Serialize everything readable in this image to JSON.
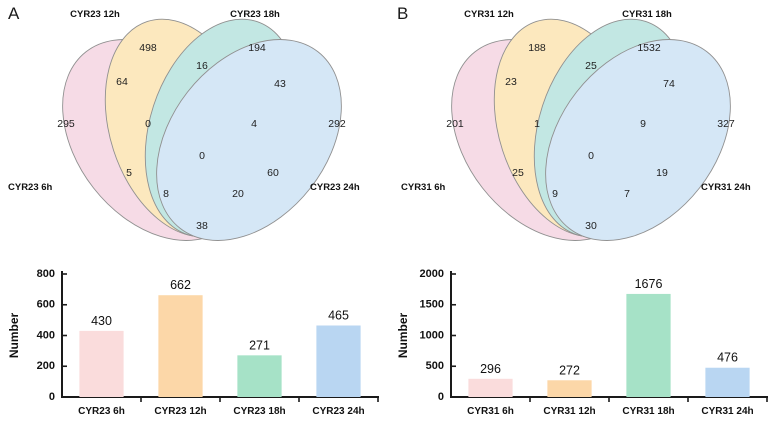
{
  "figure": {
    "panels": [
      {
        "letter": "A",
        "venn": {
          "set_labels": [
            "CYR23 6h",
            "CYR23 12h",
            "CYR23 18h",
            "CYR23 24h"
          ],
          "regions": {
            "A_only": "295",
            "B_only": "498",
            "C_only": "194",
            "D_only": "292",
            "AB": "64",
            "BC": "16",
            "CD": "43",
            "AD": "38",
            "ABC": "0",
            "BCD": "4",
            "ACD": "20",
            "ABD": "8",
            "AC": "5",
            "BD": "60",
            "ABCD": "0"
          }
        },
        "bar": {
          "ylabel": "Number",
          "categories": [
            "CYR23 6h",
            "CYR23 12h",
            "CYR23 18h",
            "CYR23 24h"
          ],
          "values": [
            430,
            662,
            271,
            465
          ],
          "value_labels": [
            "430",
            "662",
            "271",
            "465"
          ],
          "yticks": [
            0,
            200,
            400,
            600,
            800
          ],
          "ytick_labels": [
            "0",
            "200",
            "400",
            "600",
            "800"
          ],
          "ymax": 800
        }
      },
      {
        "letter": "B",
        "venn": {
          "set_labels": [
            "CYR31 6h",
            "CYR31 12h",
            "CYR31 18h",
            "CYR31 24h"
          ],
          "regions": {
            "A_only": "201",
            "B_only": "188",
            "C_only": "1532",
            "D_only": "327",
            "AB": "23",
            "BC": "25",
            "CD": "74",
            "AD": "30",
            "ABC": "1",
            "BCD": "9",
            "ACD": "7",
            "ABD": "9",
            "AC": "25",
            "BD": "19",
            "ABCD": "0"
          }
        },
        "bar": {
          "ylabel": "Number",
          "categories": [
            "CYR31 6h",
            "CYR31 12h",
            "CYR31 18h",
            "CYR31 24h"
          ],
          "values": [
            296,
            272,
            1676,
            476
          ],
          "value_labels": [
            "296",
            "272",
            "1676",
            "476"
          ],
          "yticks": [
            0,
            500,
            1000,
            1500,
            2000
          ],
          "ytick_labels": [
            "0",
            "500",
            "1000",
            "1500",
            "2000"
          ],
          "ymax": 2000
        }
      }
    ],
    "colors": {
      "set1_pink": "#f2c6d8",
      "set2_yellow": "#fbdb97",
      "set3_teal": "#9ed9d2",
      "set4_blue": "#bcd9f2",
      "bar1_pink": "#fadcdc",
      "bar2_orange": "#fcd7a8",
      "bar3_green": "#a6e2c7",
      "bar4_blue": "#b9d6f2",
      "axis": "#1a1a1a",
      "outline": "#4d4d4d"
    }
  },
  "chart_data": [
    {
      "type": "bar",
      "panel": "A",
      "title": "",
      "xlabel": "",
      "ylabel": "Number",
      "categories": [
        "CYR23 6h",
        "CYR23 12h",
        "CYR23 18h",
        "CYR23 24h"
      ],
      "values": [
        430,
        662,
        271,
        465
      ],
      "ylim": [
        0,
        800
      ],
      "yticks": [
        0,
        200,
        400,
        600,
        800
      ],
      "grid": false,
      "legend": "none"
    },
    {
      "type": "bar",
      "panel": "B",
      "title": "",
      "xlabel": "",
      "ylabel": "Number",
      "categories": [
        "CYR31 6h",
        "CYR31 12h",
        "CYR31 18h",
        "CYR31 24h"
      ],
      "values": [
        296,
        272,
        1676,
        476
      ],
      "ylim": [
        0,
        2000
      ],
      "yticks": [
        0,
        500,
        1000,
        1500,
        2000
      ],
      "grid": false,
      "legend": "none"
    },
    {
      "type": "venn",
      "panel": "A",
      "sets": [
        "CYR23 6h",
        "CYR23 12h",
        "CYR23 18h",
        "CYR23 24h"
      ],
      "counts": {
        "1000": 295,
        "0100": 498,
        "0010": 194,
        "0001": 292,
        "1100": 64,
        "0110": 16,
        "0011": 43,
        "1001": 38,
        "1010": 5,
        "0101": 60,
        "1110": 0,
        "0111": 4,
        "1011": 20,
        "1101": 8,
        "1111": 0
      }
    },
    {
      "type": "venn",
      "panel": "B",
      "sets": [
        "CYR31 6h",
        "CYR31 12h",
        "CYR31 18h",
        "CYR31 24h"
      ],
      "counts": {
        "1000": 201,
        "0100": 188,
        "0010": 1532,
        "0001": 327,
        "1100": 23,
        "0110": 25,
        "0011": 74,
        "1001": 30,
        "1010": 25,
        "0101": 19,
        "1110": 1,
        "0111": 9,
        "1011": 7,
        "1101": 9,
        "1111": 0
      }
    }
  ]
}
